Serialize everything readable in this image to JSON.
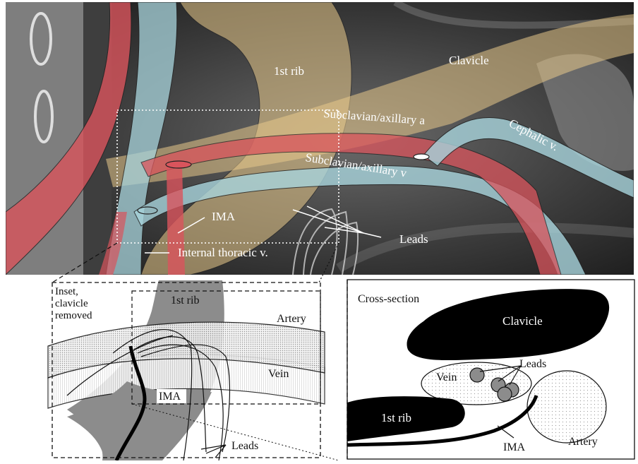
{
  "xray_panel": {
    "labels": {
      "first_rib": "1st rib",
      "clavicle": "Clavicle",
      "subclavian_artery": "Subclavian/axillary a",
      "cephalic_vein": "Cephalic v.",
      "subclavian_vein": "Subclavian/axillary v",
      "ima": "IMA",
      "leads": "Leads",
      "internal_thoracic_vein": "Internal thoracic v."
    }
  },
  "inset_panel": {
    "title_lines": [
      "Inset,",
      "clavicle",
      "removed"
    ],
    "labels": {
      "first_rib": "1st rib",
      "artery": "Artery",
      "vein": "Vein",
      "ima": "IMA",
      "leads": "Leads"
    }
  },
  "cross_section_panel": {
    "title": "Cross-section",
    "labels": {
      "clavicle": "Clavicle",
      "vein": "Vein",
      "leads": "Leads",
      "first_rib": "1st rib",
      "ima": "IMA",
      "artery": "Artery"
    }
  },
  "colors": {
    "artery": "#d9545c",
    "vein": "#a8d4dc",
    "bone_overlay": "#e8c98a",
    "rib_gray": "#8c8c8c"
  }
}
